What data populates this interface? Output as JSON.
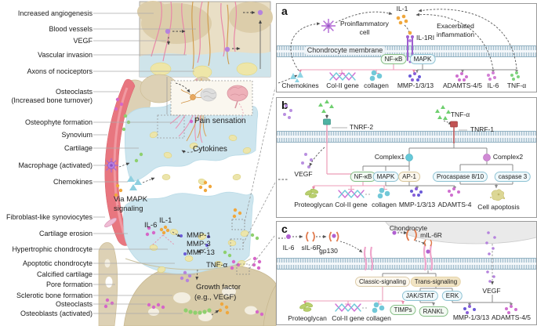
{
  "colors": {
    "il1_orange": "#f0a73c",
    "il6_magenta": "#d27fd4",
    "tnf_green": "#7ed37e",
    "chemokine_cyan": "#8fd4e4",
    "mmp_blue": "#6b5bd8",
    "adamts_magenta": "#cf6fcf",
    "vegf_purple": "#b583dd",
    "collagen_teal": "#6fc9d9",
    "proteoglycan_green": "#b9cf6e",
    "synovium_red": "#e8767f",
    "bone_tan": "#ddd1b5",
    "cartilage_blue": "#cde5ee",
    "membrane_blue": "#a4bfce",
    "pink_line": "#ec9cb8",
    "gray_line": "#8a8a8a"
  },
  "left_labels": [
    "Increased angiogenesis",
    "Blood vessels",
    "VEGF",
    "Vascular invasion",
    "Axons of nociceptors",
    "Osteoclasts",
    "(Increased bone turnover)",
    "Osteophyte formation",
    "Synovium",
    "Cartilage",
    "Macrophage (activated)",
    "Chemokines",
    "Fibroblast-like synoviocytes",
    "Cartilage erosion",
    "Hypertrophic chondrocyte",
    "Apoptotic chondrocyte",
    "Calcified cartilage",
    "Pore formation",
    "Sclerotic bone formation",
    "Osteoclasts",
    "Osteoblasts (activated)"
  ],
  "figure": {
    "pain_sensation": "Pain sensation",
    "cytokines": "Cytokines",
    "via_mapk_line1": "Via MAPK",
    "via_mapk_line2": "signaling",
    "il6": "IL-6",
    "il1": "IL-1",
    "mmp1": "MMP-1",
    "mmp3": "MMP-3",
    "mmp13": "MMP-13",
    "tnfa": "TNF-α",
    "growth_factor_line1": "Growth factor",
    "growth_factor_line2": "(e.g., VEGF)"
  },
  "panel_a": {
    "letter": "a",
    "il1": "IL-1",
    "proinflammatory_line1": "Proinflammatory",
    "proinflammatory_line2": "cell",
    "exacerbated_line1": "Exacerbated",
    "exacerbated_line2": "inflammation",
    "membrane_label": "Chondrocyte membrane",
    "receptor": "IL-1RI",
    "nfkb": "NF-κB",
    "mapk": "MAPK",
    "outputs": [
      "Chemokines",
      "Col-II gene",
      "collagen",
      "MMP-1/3/13",
      "ADAMTS-4/5",
      "IL-6",
      "TNF-α"
    ]
  },
  "panel_b": {
    "letter": "b",
    "tnf": "TNF-α",
    "tnrf2": "TNRF-2",
    "tnrf1": "TNRF-1",
    "complex1": "Complex1",
    "complex2": "Complex2",
    "vegf": "VEGF",
    "nfkb": "NF-κB",
    "mapk": "MAPK",
    "ap1": "AP-1",
    "procaspase": "Procaspase 8/10",
    "caspase3": "caspase 3",
    "outputs": [
      "Proteoglycan",
      "Col-II gene",
      "collagen",
      "MMP-1/3/13",
      "ADAMTS-4"
    ],
    "apoptosis": "Cell apoptosis"
  },
  "panel_c": {
    "letter": "c",
    "chondrocyte": "Chondrocyte",
    "il6": "IL-6",
    "sil6r": "sIL-6R",
    "gp130": "gp130",
    "mil6r": "mIL-6R",
    "classic": "Classic-signaling",
    "trans": "Trans-signaling",
    "jakstat": "JAK/STAT",
    "erk": "ERK",
    "timps": "TIMPs",
    "rankl": "RANKL",
    "vegf": "VEGF",
    "outputs": [
      "Proteoglycan",
      "Col-II gene",
      "collagen"
    ],
    "mmp": "MMP-1/3/13",
    "adamts": "ADAMTS-4/5"
  }
}
